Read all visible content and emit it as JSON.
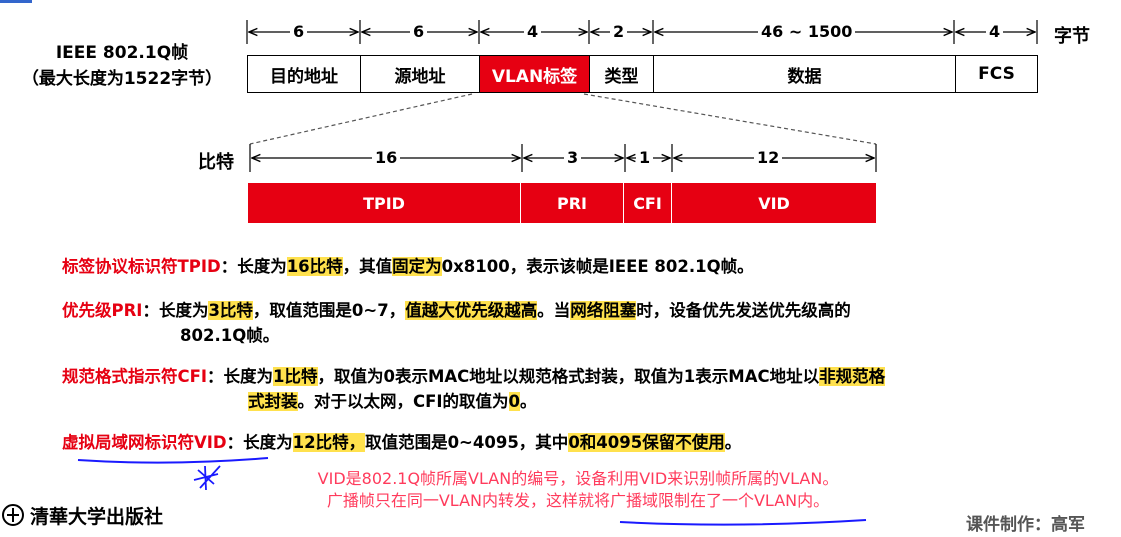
{
  "frame": {
    "title_line1": "IEEE 802.1Q帧",
    "title_line2": "（最大长度为1522字节）",
    "unit": "字节",
    "fields": [
      {
        "name": "目的地址",
        "size": "6"
      },
      {
        "name": "源地址",
        "size": "6"
      },
      {
        "name": "VLAN标签",
        "size": "4"
      },
      {
        "name": "类型",
        "size": "2"
      },
      {
        "name": "数据",
        "size": "46 ~ 1500"
      },
      {
        "name": "FCS",
        "size": "4"
      }
    ]
  },
  "tag": {
    "unit": "比特",
    "fields": [
      {
        "name": "TPID",
        "size": "16"
      },
      {
        "name": "PRI",
        "size": "3"
      },
      {
        "name": "CFI",
        "size": "1"
      },
      {
        "name": "VID",
        "size": "12"
      }
    ]
  },
  "desc": {
    "tpid": {
      "label": "标签协议标识符TPID",
      "t1": "：长度为",
      "h1": "16比特",
      "t2": "，其值",
      "h2": "固定为",
      "t3": "0x8100，表示该帧是IEEE 802.1Q帧。"
    },
    "pri": {
      "label": "优先级PRI",
      "t1": "：长度为",
      "h1": "3比特",
      "t2": "，取值范围是0~7，",
      "h2": "值越大优先级越高",
      "t3": "。当",
      "h3": "网络阻塞",
      "t4": "时，设备优先发送优先级高的",
      "line2": "802.1Q帧。"
    },
    "cfi": {
      "label": "规范格式指示符CFI",
      "t1": "：长度为",
      "h1": "1比特",
      "t2": "，取值为0表示MAC地址以规范格式封装，取值为1表示MAC地址以",
      "h2": "非规范格",
      "h3": "式封装",
      "t3": "。对于以太网，CFI的取值为",
      "h4": "0",
      "t4": "。"
    },
    "vid": {
      "label": "虚拟局域网标识符VID",
      "t1": "：长度为",
      "h1": "12比特，",
      "t2": "取值范围是0~4095，其中",
      "h2": "0和4095保留不使用",
      "t3": "。"
    }
  },
  "note": {
    "line1": "VID是802.1Q帧所属VLAN的编号，设备利用VID来识别帧所属的VLAN。",
    "line2": "广播帧只在同一VLAN内转发，这样就将广播域限制在了一个VLAN内。"
  },
  "logo": {
    "text": "清華大学出版社"
  },
  "credit": {
    "text": "课件制作：高军"
  },
  "colors": {
    "accent": "#e60012",
    "highlight": "#ffe14d",
    "note": "#ff3b5c",
    "ink": "#1a1aff"
  }
}
